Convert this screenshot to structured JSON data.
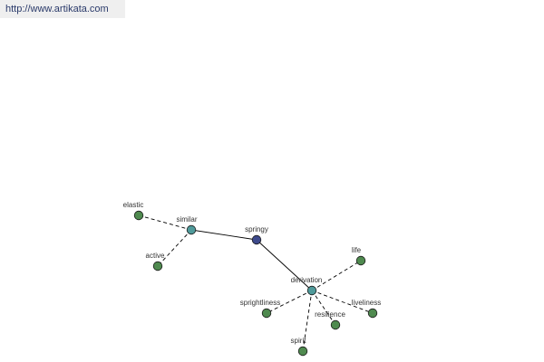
{
  "site": {
    "url": "http://www.artikata.com"
  },
  "graph": {
    "colors": {
      "center": "#3e4a8c",
      "relation": "#4f9a9a",
      "leaf": "#4f8a4f",
      "stroke": "#1a1a1a",
      "edge": "#000000"
    },
    "nodes": [
      {
        "id": "springy",
        "label": "springy",
        "kind": "center"
      },
      {
        "id": "similar",
        "label": "similar",
        "kind": "relation"
      },
      {
        "id": "derivation",
        "label": "derivation",
        "kind": "relation"
      },
      {
        "id": "elastic",
        "label": "elastic",
        "kind": "leaf"
      },
      {
        "id": "active",
        "label": "active",
        "kind": "leaf"
      },
      {
        "id": "life",
        "label": "life",
        "kind": "leaf"
      },
      {
        "id": "sprightliness",
        "label": "sprightliness",
        "kind": "leaf"
      },
      {
        "id": "resilience",
        "label": "resilience",
        "kind": "leaf"
      },
      {
        "id": "liveliness",
        "label": "liveliness",
        "kind": "leaf"
      },
      {
        "id": "spirit",
        "label": "spirit",
        "kind": "leaf"
      }
    ],
    "edges": [
      {
        "from": "springy",
        "to": "similar",
        "style": "solid"
      },
      {
        "from": "springy",
        "to": "derivation",
        "style": "solid"
      },
      {
        "from": "similar",
        "to": "elastic",
        "style": "dashed"
      },
      {
        "from": "similar",
        "to": "active",
        "style": "dashed"
      },
      {
        "from": "derivation",
        "to": "life",
        "style": "dashed"
      },
      {
        "from": "derivation",
        "to": "sprightliness",
        "style": "dashed"
      },
      {
        "from": "derivation",
        "to": "resilience",
        "style": "dashed"
      },
      {
        "from": "derivation",
        "to": "liveliness",
        "style": "dashed"
      },
      {
        "from": "derivation",
        "to": "spirit",
        "style": "dashed"
      }
    ]
  }
}
